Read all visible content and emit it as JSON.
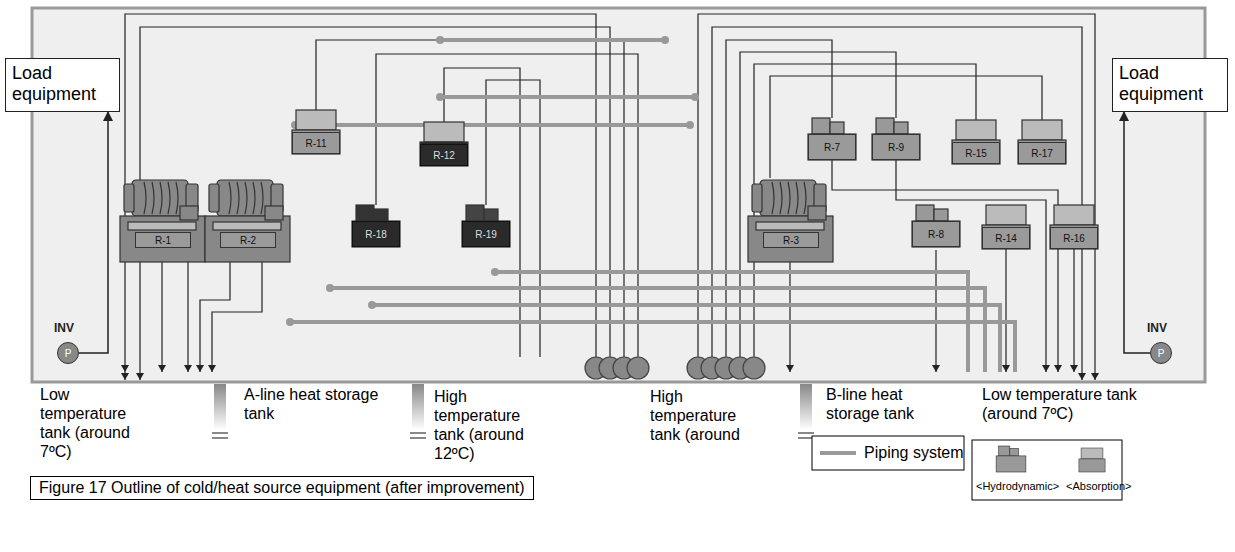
{
  "diagram": {
    "caption": "Figure 17 Outline of cold/heat source equipment (after improvement)",
    "nodes": [
      {
        "text": [
          "Load equipment"
        ]
      },
      {
        "text": [
          "Load equipment"
        ]
      },
      {
        "text": [
          "R-1"
        ]
      },
      {
        "text": [
          "R-2"
        ]
      },
      {
        "text": [
          "R-11"
        ]
      },
      {
        "text": [
          "R-12"
        ]
      },
      {
        "text": [
          "R-18"
        ]
      },
      {
        "text": [
          "R-19"
        ]
      },
      {
        "text": [
          "R-3"
        ]
      },
      {
        "text": [
          "R-7"
        ]
      },
      {
        "text": [
          "R-9"
        ]
      },
      {
        "text": [
          "R-8"
        ]
      },
      {
        "text": [
          "R-15"
        ]
      },
      {
        "text": [
          "R-17"
        ]
      },
      {
        "text": [
          "R-14"
        ]
      },
      {
        "text": [
          "R-16"
        ]
      },
      {
        "text": [
          "INV",
          "P"
        ]
      },
      {
        "text": [
          "INV",
          "P"
        ]
      }
    ],
    "edges": [
      {
        "from": 16,
        "to": 0,
        "arrow": "to"
      },
      {
        "from": 17,
        "to": 1,
        "arrow": "to"
      }
    ],
    "labels": [
      "Low temperature tank (around 7ºC)",
      "A-line heat storage tank",
      "High temperature tank (around 12ºC)",
      "High temperature tank (around",
      "B-line heat storage tank",
      "Low temperature tank (around 7ºC)"
    ],
    "legend": [
      {
        "text": "Piping system"
      },
      {
        "text": "<Hydrodynamic>"
      },
      {
        "text": "<Absorption>"
      }
    ]
  }
}
